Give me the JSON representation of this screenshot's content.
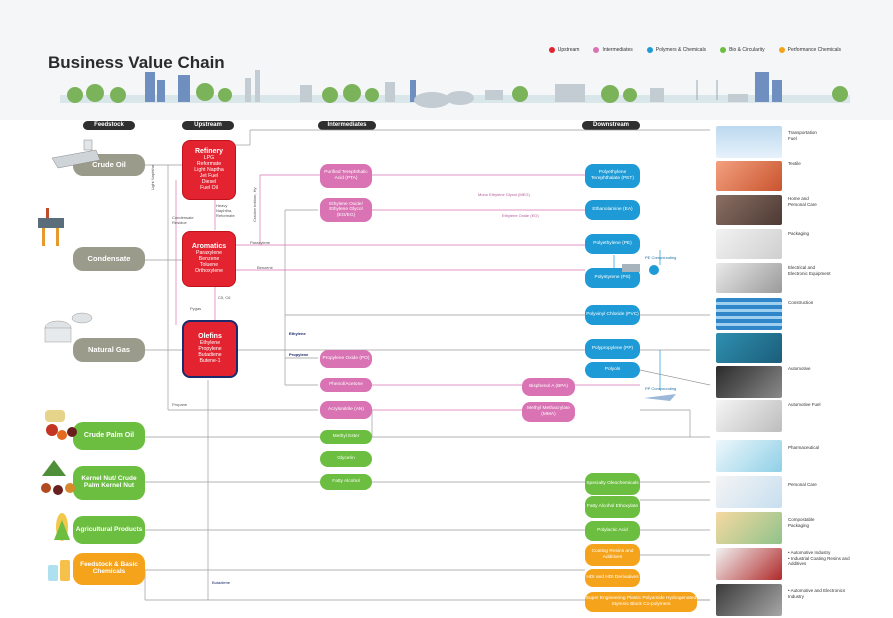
{
  "title": "Business Value Chain",
  "legend": [
    {
      "label": "Upstream",
      "color": "#e3232f"
    },
    {
      "label": "Intermediates",
      "color": "#d973b4"
    },
    {
      "label": "Polymers & Chemicals",
      "color": "#1e9bd7"
    },
    {
      "label": "Bio & Circularity",
      "color": "#6bbe3f"
    },
    {
      "label": "Performance Chemicals",
      "color": "#f5a31a"
    }
  ],
  "columns": {
    "feedstock": "Feedstock",
    "upstream": "Upstream",
    "intermediates": "Intermediates",
    "downstream": "Downstream"
  },
  "feedstocks": {
    "crude_oil": "Crude Oil",
    "condensate": "Condensate",
    "natural_gas": "Natural Gas",
    "crude_palm_oil": "Crude Palm Oil",
    "kernel_nut": "Kernel Nut/ Crude Palm Kernel Nut",
    "agricultural": "Agricultural Products",
    "feedstock_basic": "Feedstock & Basic Chemicals"
  },
  "upstream": {
    "refinery": {
      "title": "Refinery",
      "items": [
        "LPG",
        "Reformate",
        "Light Naptha",
        "Jet Fuel",
        "Diesel",
        "Fuel Oil"
      ]
    },
    "aromatics": {
      "title": "Aromatics",
      "items": [
        "Paraxylene",
        "Benzene",
        "Toluene",
        "Orthoxylene"
      ]
    },
    "olefins": {
      "title": "Olefins",
      "items": [
        "Ethylene",
        "Propylene",
        "Butadiene",
        "Butene-1"
      ]
    }
  },
  "intermediates": {
    "pta": "Purified Terephthalic Acid (PTA)",
    "eo": "Ethylene Oxide/ Ethylene Glycol (EO/EG)",
    "po": "Propylene Oxide (PO)",
    "phenol": "Phenol/Acetone",
    "an": "Acrylonitrile (AN)",
    "bpa": "Bisphenol A (BPA)",
    "mma": "Methyl Methacrylate (MMA)",
    "methyl_ester": "Methyl Ester",
    "glycerin": "Glycerin",
    "fatty_alcohol": "Fatty Alcohol"
  },
  "downstream": {
    "pet": "Polyethylene Terephthalate (PET)",
    "ea": "Ethanolamine (EA)",
    "pe": "Polyethylene (PE)",
    "ps": "Polystyrene (PS)",
    "pvc": "Polyvinyl Chloride (PVC)",
    "pp": "Polypropylene (PP)",
    "polyols": "Polyols",
    "specialty": "Specialty Oleochemicals",
    "fae": "Fatty Alcohol Ethoxylate",
    "pla": "Polylactic Acid",
    "coating": "Coating Resins and Additives",
    "hdi": "HDI and HDI Derivatives",
    "super": "Super Engineering Plastic Polyamide Hydrogenated Styrenic Block Co-polymers"
  },
  "flow_labels": {
    "light_naphtha": "Light Naphtha",
    "condensate_residue": "Condensate Residue",
    "heavy_naphtha": "Heavy Naphtha, Reformate",
    "cracker_bottom": "Cracker bottom, Hy",
    "pygas": "Pygas",
    "c6": "C5, C6",
    "paraxylene": "Paraxylene",
    "benzene": "Benzene",
    "ethylene": "Ethylene",
    "propylene": "Propylene",
    "propane": "Propane",
    "meg": "Mono Ethylene Glycol (MEG)",
    "eo_ea": "Ethylene Oxide (EO)",
    "pe_comp": "PE Compounding",
    "pp_comp": "PP Compounding",
    "butadiene": "Butadiene"
  },
  "products": [
    {
      "label": "Transportation Fuel"
    },
    {
      "label": "Textile"
    },
    {
      "label": "Home and Personal Care"
    },
    {
      "label": "Packaging"
    },
    {
      "label": "Electrical and Electronic Equipment"
    },
    {
      "label": "Construction"
    },
    {
      "label": ""
    },
    {
      "label": "Automotive"
    },
    {
      "label": "Automotive Fuel"
    },
    {
      "label": "Pharmaceutical"
    },
    {
      "label": "Personal Care"
    },
    {
      "label": "Compostable Packaging"
    },
    {
      "label": "• Automotive Industry\n• Industrial Coating Resins and Additives"
    },
    {
      "label": "• Automotive and Electronics Industry"
    }
  ]
}
